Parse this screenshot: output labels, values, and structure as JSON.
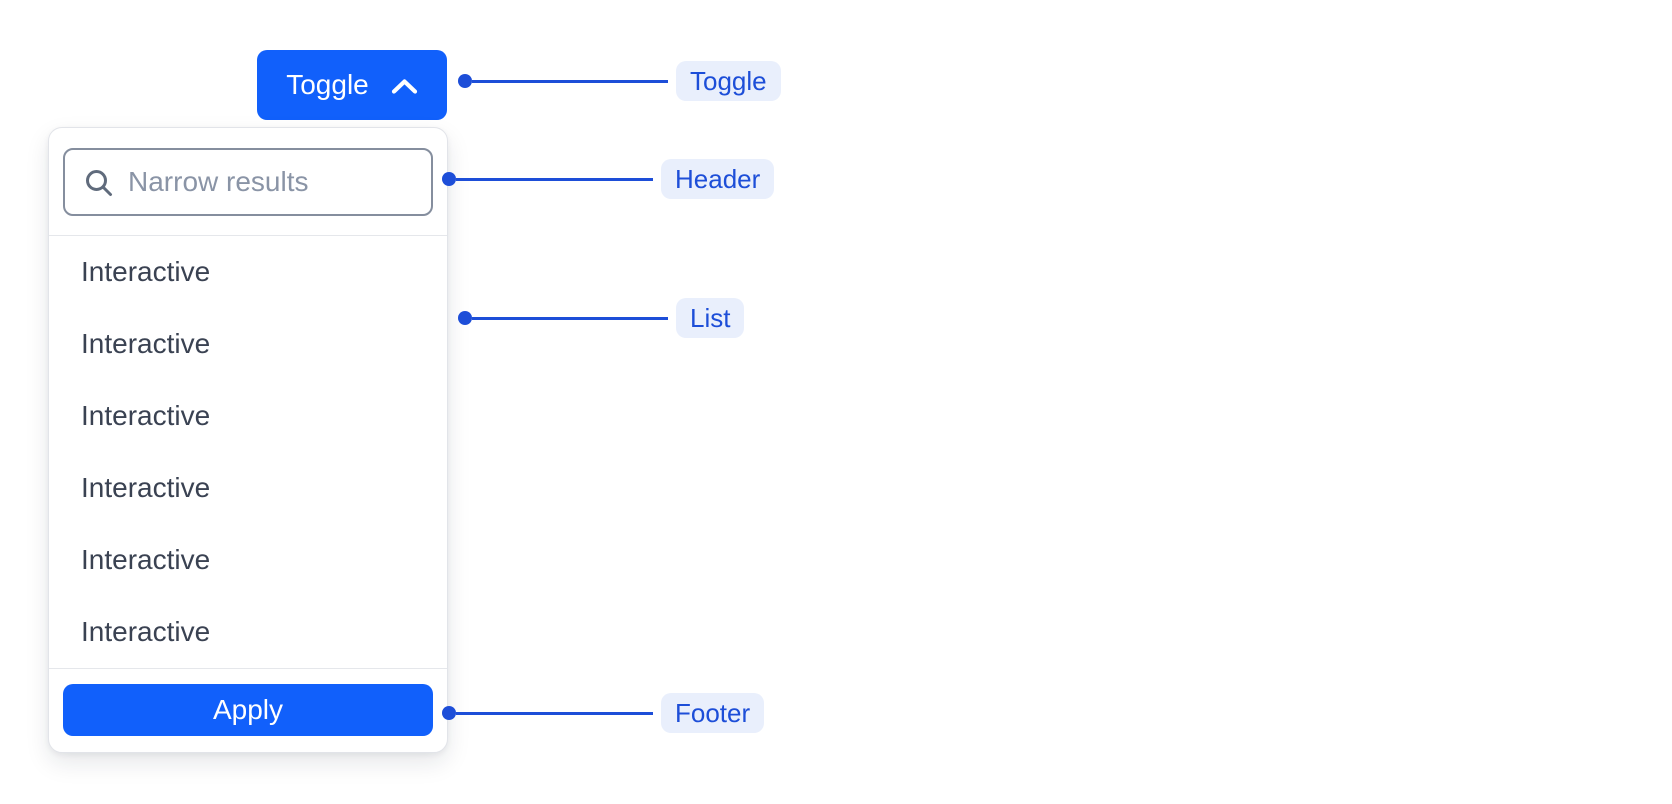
{
  "component": {
    "toggle_button": {
      "label": "Toggle",
      "icon": "chevron-up-icon"
    },
    "panel": {
      "header": {
        "search_placeholder": "Narrow results",
        "search_value": "",
        "icon": "search-icon"
      },
      "list": {
        "items": [
          "Interactive",
          "Interactive",
          "Interactive",
          "Interactive",
          "Interactive",
          "Interactive"
        ]
      },
      "footer": {
        "apply_label": "Apply"
      }
    }
  },
  "annotations": {
    "toggle": "Toggle",
    "header": "Header",
    "list": "List",
    "footer": "Footer"
  },
  "colors": {
    "primary_blue": "#1160fb",
    "annotation_blue": "#1d4ed8",
    "annotation_pill_bg": "#e9effc",
    "panel_border": "#e2e4e9",
    "divider": "#e5e7eb",
    "input_border": "#858e9e",
    "placeholder_text": "#8a94a6",
    "list_text": "#3a4252",
    "button_text": "#ffffff"
  }
}
